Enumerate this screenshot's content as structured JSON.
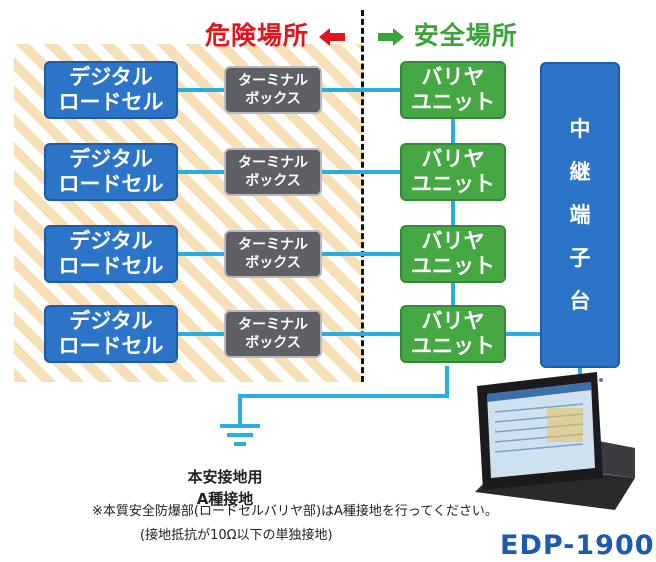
{
  "zones": {
    "danger": "危険場所",
    "safe": "安全場所"
  },
  "load_cell": {
    "line1": "デジタル",
    "line2": "ロードセル"
  },
  "terminal_box": {
    "line1": "ターミナル",
    "line2": "ボックス"
  },
  "barrier_unit": {
    "line1": "バリヤ",
    "line2": "ユニット"
  },
  "relay_terminal": [
    "中",
    "継",
    "端",
    "子",
    "台"
  ],
  "ground": {
    "line1": "本安接地用",
    "line2": "A種接地"
  },
  "notes": {
    "main": "※本質安全防爆部(ロードセルバリヤ部)はA種接地を行ってください。",
    "sub": "(接地抵抗が10Ω以下の単独接地)"
  },
  "model": "EDP-1900",
  "colors": {
    "danger": "#e0161e",
    "safe": "#3ea23a",
    "line": "#29aee4",
    "load_cell": "#2c74c8",
    "barrier": "#45a842",
    "terminal_box": "#5f5f66"
  }
}
